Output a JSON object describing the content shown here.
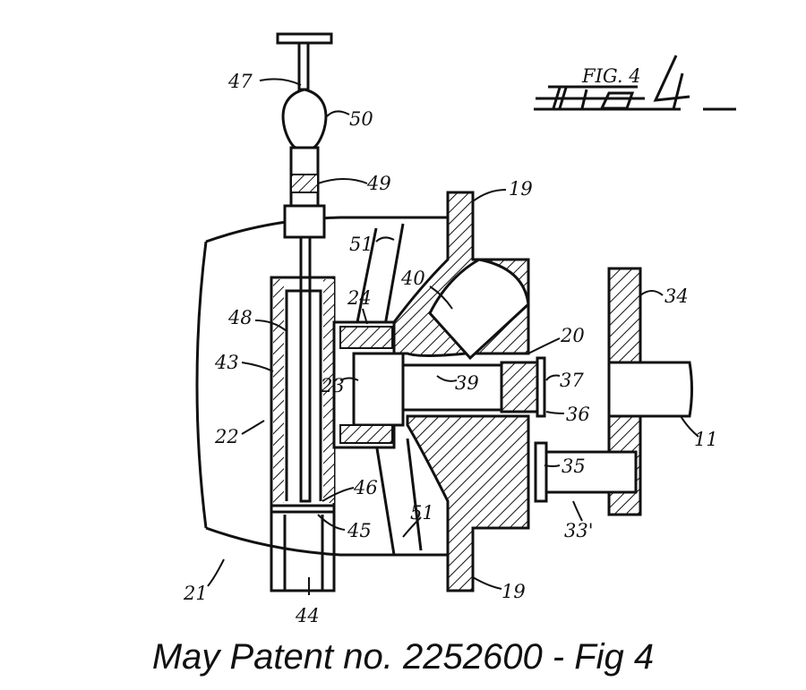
{
  "figure": {
    "title_mark": "FIG. 4",
    "labels": {
      "l47": "47",
      "l50": "50",
      "l49": "49",
      "l19a": "19",
      "l51a": "51",
      "l40": "40",
      "l34": "34",
      "l48": "48",
      "l24": "24",
      "l20": "20",
      "l43": "43",
      "l23": "23",
      "l39": "39",
      "l37": "37",
      "l22": "22",
      "l36": "36",
      "l11": "11",
      "l35": "35",
      "l46": "46",
      "l45": "45",
      "l51b": "51",
      "l33p": "33'",
      "l21": "21",
      "l44": "44",
      "l19b": "19"
    }
  },
  "caption": "May Patent no. 2252600 - Fig 4"
}
